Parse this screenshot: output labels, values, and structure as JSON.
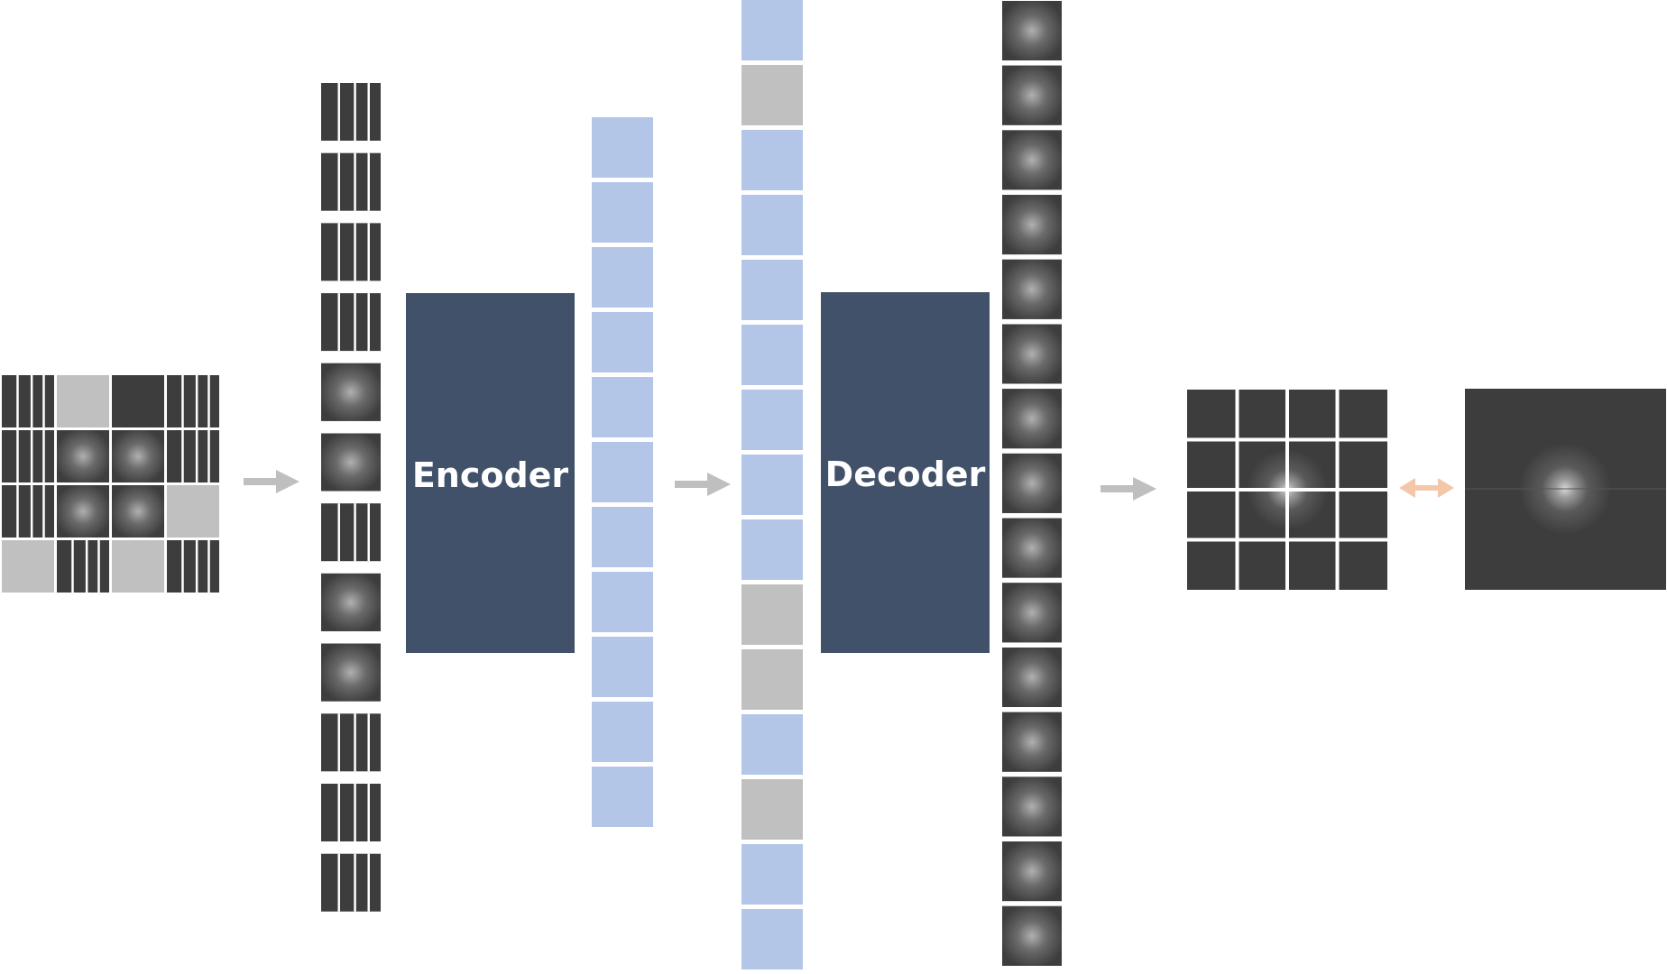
{
  "blocks": {
    "encoder_label": "Encoder",
    "decoder_label": "Decoder"
  },
  "colors": {
    "block": "#415169",
    "latent_token": "#b3c6e8",
    "mask_token": "#c0c0c0",
    "patch_bg": "#3d3d3d",
    "patch_stripe": "#ffffff",
    "flow_arrow": "#bfbfbf",
    "compare_arrow": "#f4c7a9"
  },
  "input_grid": {
    "rows": 4,
    "cols": 4,
    "cells": [
      "stripe",
      "mask",
      "solid",
      "stripe",
      "stripe",
      "texture",
      "texture",
      "stripe",
      "stripe",
      "texture",
      "texture",
      "mask",
      "mask",
      "stripe",
      "mask",
      "stripe"
    ]
  },
  "visible_patches": [
    "stripe",
    "stripe",
    "stripe",
    "stripe",
    "texture",
    "texture",
    "stripe",
    "texture",
    "texture",
    "stripe",
    "stripe",
    "stripe"
  ],
  "latent_tokens": {
    "count": 11
  },
  "decoder_tokens": [
    "latent",
    "mask",
    "latent",
    "latent",
    "latent",
    "latent",
    "latent",
    "latent",
    "latent",
    "mask",
    "mask",
    "latent",
    "mask",
    "latent",
    "latent"
  ],
  "reconstructed_patches": [
    "texture",
    "texture",
    "texture",
    "texture",
    "texture",
    "texture",
    "texture",
    "texture",
    "texture",
    "texture",
    "texture",
    "texture",
    "texture",
    "texture",
    "texture"
  ],
  "output_grid": {
    "rows": 4,
    "cols": 4
  }
}
